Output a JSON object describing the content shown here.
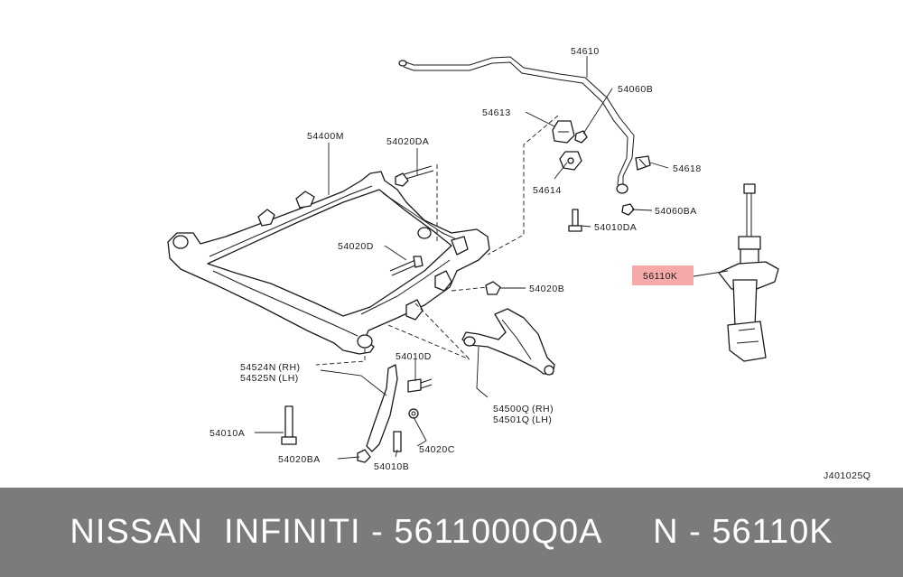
{
  "diagram": {
    "code": "J401025Q",
    "highlight_color": "#f6a9a9",
    "labels": {
      "p54610": "54610",
      "p54060B": "54060B",
      "p54613": "54613",
      "p54618": "54618",
      "p54614": "54614",
      "p54060BA": "54060BA",
      "p54010DA": "54010DA",
      "p54400M": "54400M",
      "p54020DA": "54020DA",
      "p54020D": "54020D",
      "p54020B": "54020B",
      "p56110K": "56110K",
      "p54010D": "54010D",
      "p54524N": "54524N (RH)",
      "p54525N": "54525N (LH)",
      "p54500Q": "54500Q (RH)",
      "p54501Q": "54501Q (LH)",
      "p54010A": "54010A",
      "p54020C": "54020C",
      "p54020BA": "54020BA",
      "p54010B": "54010B"
    }
  },
  "footer": {
    "title": "NISSAN  INFINITI - 5611000Q0A     N - 56110K"
  }
}
